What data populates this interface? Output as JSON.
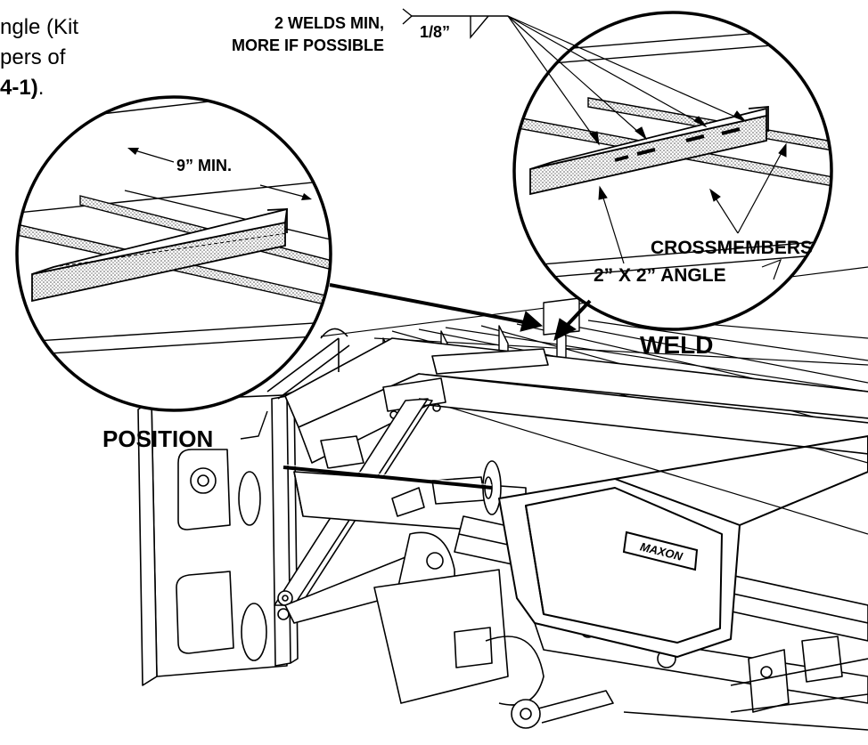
{
  "intro_text": {
    "line1": "ngle (Kit",
    "line2": "pers of",
    "line3_bold": "4-1)",
    "line3_tail": "."
  },
  "labels": {
    "weld_note_line1": "2 WELDS MIN,",
    "weld_note_line2": "MORE IF POSSIBLE",
    "weld_size": "1/8”",
    "min_distance": "9” MIN.",
    "crossmembers": "CROSSMEMBERS",
    "angle": "2” X 2” ANGLE",
    "weld": "WELD",
    "position": "POSITION"
  },
  "nameplate": {
    "text": "MAXON"
  },
  "colors": {
    "ink": "#000000",
    "paper": "#ffffff",
    "stipple": "#b4b4b4"
  }
}
